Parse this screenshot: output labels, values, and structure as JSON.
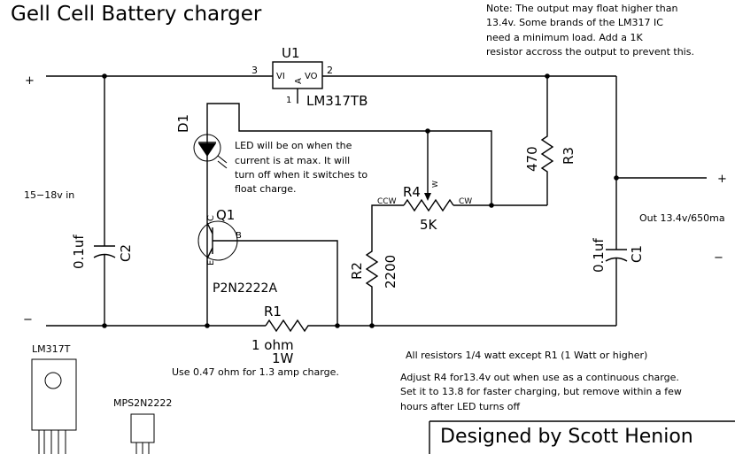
{
  "title": "Gell Cell Battery charger",
  "note": [
    "Note: The output may float higher than",
    "13.4v. Some brands of the LM317 IC",
    "need a minimum load. Add a 1K",
    "resistor accross the output to prevent this."
  ],
  "u1": {
    "ref": "U1",
    "part": "LM317TB",
    "vi": "VI",
    "vo": "VO",
    "adj": "A",
    "pin_in": "3",
    "pin_out": "2",
    "pin_adj": "1"
  },
  "input": {
    "plus": "+",
    "minus": "−",
    "label": "15−18v in"
  },
  "output": {
    "plus": "+",
    "minus": "−",
    "label": "Out 13.4v/650ma"
  },
  "c2": {
    "ref": "C2",
    "value": "0.1uf"
  },
  "c1": {
    "ref": "C1",
    "value": "0.1uf"
  },
  "d1": {
    "ref": "D1",
    "note": [
      "LED will be on when the",
      "current is at max. It will",
      "turn off when it switches to",
      "float charge."
    ]
  },
  "q1": {
    "ref": "Q1",
    "part": "P2N2222A",
    "b": "B",
    "c": "C",
    "e": "E"
  },
  "r1": {
    "ref": "R1",
    "value1": "1 ohm",
    "value2": "1W",
    "note": "Use 0.47 ohm for 1.3 amp charge."
  },
  "r2": {
    "ref": "R2",
    "value": "2200"
  },
  "r3": {
    "ref": "R3",
    "value": "470"
  },
  "r4": {
    "ref": "R4",
    "value": "5K",
    "ccw": "CCW",
    "cw": "CW",
    "w": "W"
  },
  "notes": {
    "resistors": "All resistors 1/4 watt except R1 (1 Watt or higher)",
    "adjust": [
      "Adjust R4 for13.4v out when use as a continuous charge.",
      "Set it to 13.8 for faster charging, but remove within a few",
      "hours after LED turns off"
    ]
  },
  "packages": {
    "lm317": "LM317T",
    "mps": "MPS2N2222"
  },
  "credit": "Designed by Scott Henion"
}
